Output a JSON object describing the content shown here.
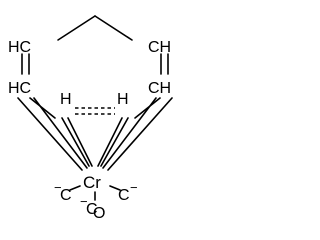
{
  "molecule": {
    "atoms": {
      "ch_upper_left": "HC",
      "ch_upper_right": "CH",
      "ch_lower_left": "HC",
      "ch_lower_right": "CH",
      "ch_mid_left": "H",
      "ch_mid_right": "H",
      "metal": "Cr",
      "carbonyl_left": "C",
      "carbonyl_right": "C",
      "carbonyl_bottom": "C",
      "oxygen_bottom": "O"
    },
    "charges": {
      "left": "−",
      "right": "−",
      "bottom": "−"
    },
    "colors": {
      "ink": "#000000",
      "background": "#ffffff"
    }
  }
}
